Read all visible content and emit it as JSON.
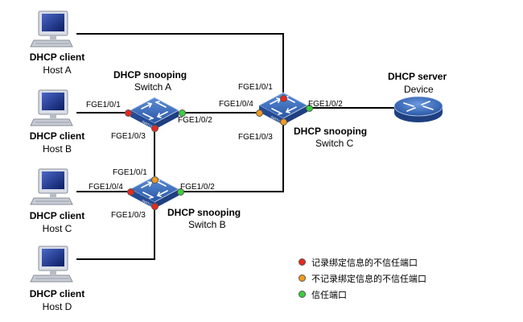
{
  "hosts": [
    {
      "title": "DHCP client",
      "name": "Host A"
    },
    {
      "title": "DHCP client",
      "name": "Host B"
    },
    {
      "title": "DHCP client",
      "name": "Host C"
    },
    {
      "title": "DHCP client",
      "name": "Host D"
    }
  ],
  "switches": {
    "a": {
      "title": "DHCP snooping",
      "name": "Switch A"
    },
    "b": {
      "title": "DHCP snooping",
      "name": "Switch B"
    },
    "c": {
      "title": "DHCP snooping",
      "name": "Switch C"
    }
  },
  "server": {
    "title": "DHCP server",
    "name": "Device"
  },
  "ports": {
    "a_1": "FGE1/0/1",
    "a_2": "FGE1/0/2",
    "a_3": "FGE1/0/3",
    "c_1": "FGE1/0/1",
    "c_4": "FGE1/0/4",
    "c_2": "FGE1/0/2",
    "c_3": "FGE1/0/3",
    "b_1": "FGE1/0/1",
    "b_4": "FGE1/0/4",
    "b_2": "FGE1/0/2",
    "b_3": "FGE1/0/3"
  },
  "legend": [
    {
      "label": "记录绑定信息的不信任端口",
      "color": "#e8281e"
    },
    {
      "label": "不记录绑定信息的不信任端口",
      "color": "#f39a1c"
    },
    {
      "label": "信任端口",
      "color": "#3ccf3c"
    }
  ],
  "colors": {
    "red": "#e8281e",
    "orange": "#f39a1c",
    "green": "#3ccf3c",
    "switch_blue": "#2f62ad",
    "link": "#000000"
  }
}
